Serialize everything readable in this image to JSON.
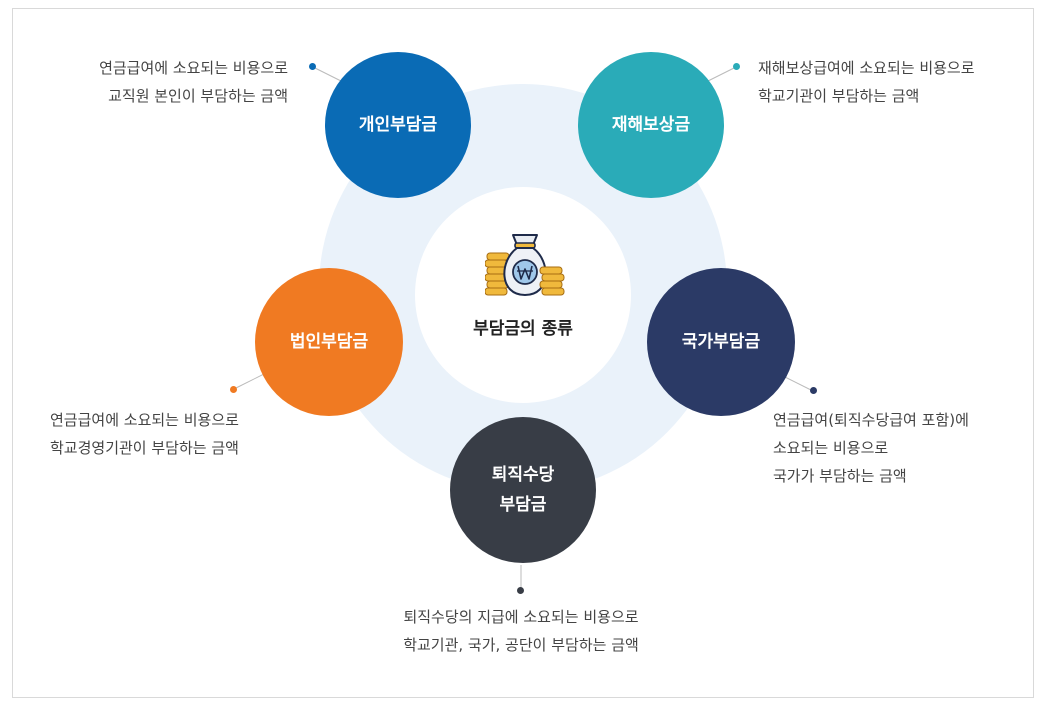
{
  "center": {
    "title": "부담금의 종류",
    "icon": "money-bag-icon"
  },
  "nodes": {
    "personal": {
      "label": "개인부담금",
      "color": "#0a6bb5",
      "desc": [
        "연금급여에 소요되는 비용으로",
        "교직원 본인이 부담하는 금액"
      ]
    },
    "accident": {
      "label": "재해보상금",
      "color": "#2aabb8",
      "desc": [
        "재해보상급여에 소요되는 비용으로",
        "학교기관이 부담하는 금액"
      ]
    },
    "corporate": {
      "label": "법인부담금",
      "color": "#f07a22",
      "desc": [
        "연금급여에 소요되는 비용으로",
        "학교경영기관이 부담하는 금액"
      ]
    },
    "national": {
      "label": "국가부담금",
      "color": "#2b3a66",
      "desc": [
        "연금급여(퇴직수당급여 포함)에",
        "소요되는 비용으로",
        "국가가 부담하는 금액"
      ]
    },
    "retirement": {
      "label": [
        "퇴직수당",
        "부담금"
      ],
      "color": "#383d46",
      "desc": [
        "퇴직수당의 지급에 소요되는 비용으로",
        "학교기관, 국가, 공단이 부담하는 금액"
      ]
    }
  }
}
